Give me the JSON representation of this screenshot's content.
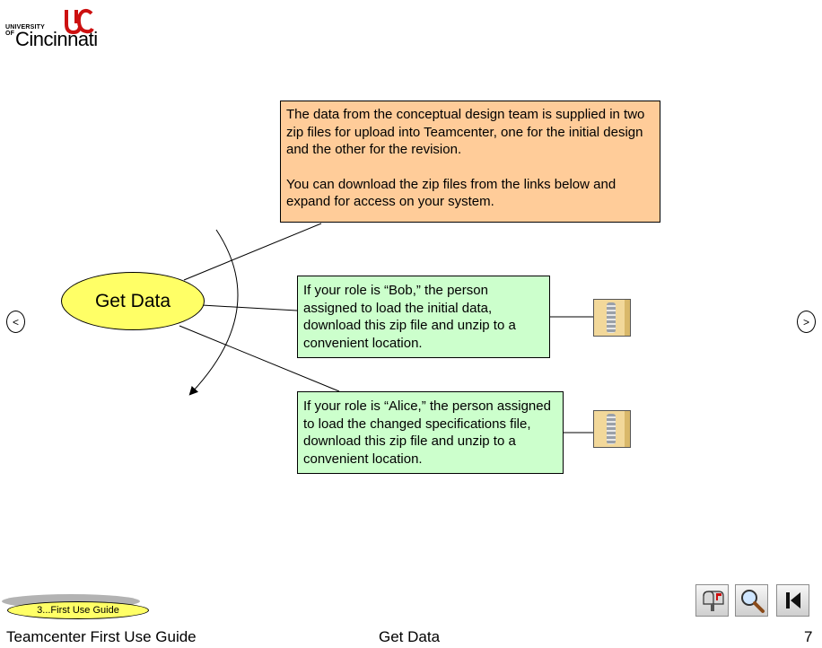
{
  "logo": {
    "university_of": "UNIVERSITY OF",
    "name": "Cincinnati"
  },
  "nav": {
    "prev_label": "<",
    "next_label": ">"
  },
  "main": {
    "center_label": "Get Data",
    "intro": {
      "paragraph1": "The data from the conceptual design team is supplied in two zip files for upload into Teamcenter, one for the initial design and the other for the revision.",
      "paragraph2": "You can download the zip files from the links below and expand for access on your system."
    },
    "bob_note": "If your role is “Bob,” the person assigned to load the initial data, download this zip file and unzip to a convenient location.",
    "alice_note": "If your role is “Alice,” the person assigned to load the changed specifications file, download this zip file and unzip to a convenient location."
  },
  "breadcrumb": {
    "label": "3...First Use Guide"
  },
  "toolbar": {
    "icons": [
      "mailbox-icon",
      "magnifier-icon",
      "first-page-icon"
    ]
  },
  "footer": {
    "left": "Teamcenter First Use Guide",
    "center": "Get Data",
    "page_number": "7"
  },
  "colors": {
    "oval": "#ffff66",
    "intro_box": "#ffcc99",
    "note_box": "#ccffcc",
    "logo_red": "#cc1010"
  }
}
